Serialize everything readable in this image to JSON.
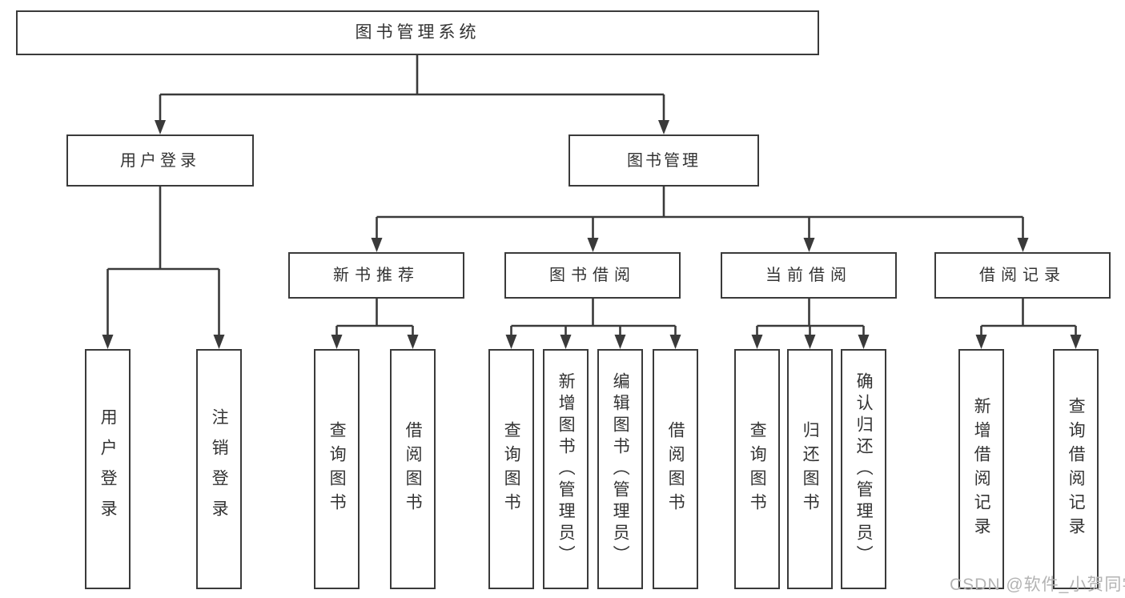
{
  "colors": {
    "line": "#3a3a3a",
    "text": "#333333",
    "background": "#ffffff",
    "watermark": "#b3b3b3"
  },
  "watermark": {
    "text": "CSDN @软件_小贺同学"
  },
  "tree": {
    "label": "图书管理系统",
    "children": [
      {
        "label": "用户登录",
        "children": [
          {
            "label": "用户登录"
          },
          {
            "label": "注销登录"
          }
        ]
      },
      {
        "label": "图书管理",
        "children": [
          {
            "label": "新书推荐",
            "children": [
              {
                "label": "查询图书"
              },
              {
                "label": "借阅图书"
              }
            ]
          },
          {
            "label": "图书借阅",
            "children": [
              {
                "label": "查询图书"
              },
              {
                "label": "新增图书（管理员）"
              },
              {
                "label": "编辑图书（管理员）"
              },
              {
                "label": "借阅图书"
              }
            ]
          },
          {
            "label": "当前借阅",
            "children": [
              {
                "label": "查询图书"
              },
              {
                "label": "归还图书"
              },
              {
                "label": "确认归还（管理员）"
              }
            ]
          },
          {
            "label": "借阅记录",
            "children": [
              {
                "label": "新增借阅记录"
              },
              {
                "label": "查询借阅记录"
              }
            ]
          }
        ]
      }
    ]
  }
}
